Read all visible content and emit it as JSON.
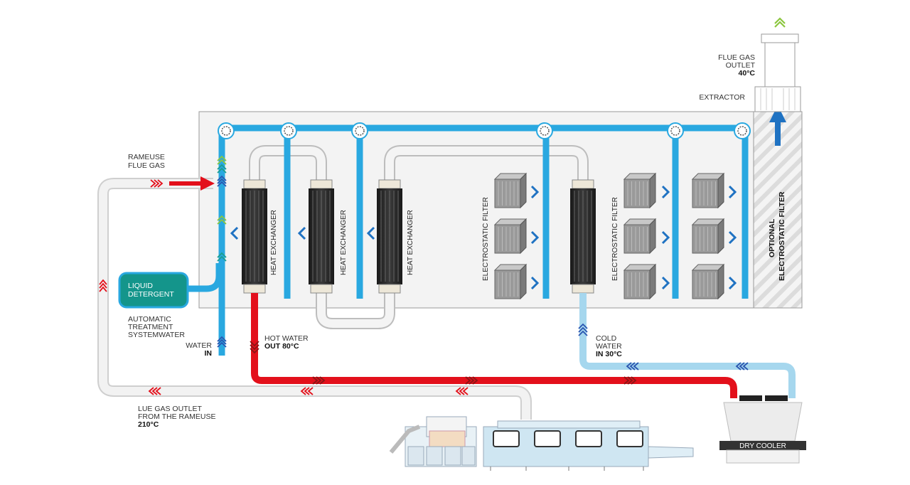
{
  "labels": {
    "rameuse_flue_gas": [
      "RAMEUSE",
      "FLUE GAS"
    ],
    "liquid_detergent": [
      "LIQUID",
      "DETERGENT"
    ],
    "automatic_treatment": [
      "AUTOMATIC",
      "TREATMENT",
      "SYSTEMWATER"
    ],
    "water_in": [
      "WATER",
      "IN"
    ],
    "hot_water": [
      "HOT WATER",
      "OUT 80°C"
    ],
    "cold_water": [
      "COLD",
      "WATER",
      "IN 30°C"
    ],
    "flue_gas_outlet_rameuse": [
      "LUE GAS OUTLET",
      "FROM THE RAMEUSE",
      "210°C"
    ],
    "flue_gas_outlet": [
      "FLUE GAS",
      "OUTLET",
      "40°C"
    ],
    "extractor": "EXTRACTOR",
    "dry_cooler": "DRY COOLER",
    "heat_exchanger": "HEAT EXCHANGER",
    "electrostatic_filter": "ELECTROSTATIC FILTER",
    "optional_filter": [
      "OPTIONAL",
      "ELECTROSTATIC FILTER"
    ]
  },
  "colors": {
    "water_blue": "#29a8e0",
    "hot_red": "#e3101b",
    "cold_lightblue": "#a6d7ee",
    "gas_pipe": "#ececec",
    "detergent_teal": "#14958b",
    "exhaust_blue": "#1f72c2",
    "outlet_green": "#8cc63f"
  }
}
